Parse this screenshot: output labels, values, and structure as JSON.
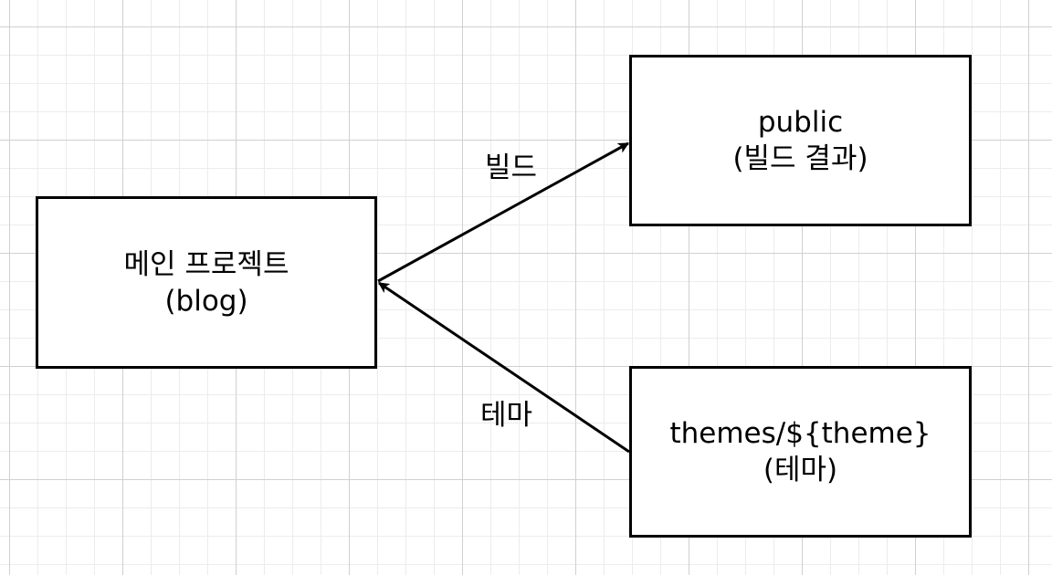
{
  "nodes": {
    "main": {
      "line1": "메인 프로젝트",
      "line2": "(blog)"
    },
    "public": {
      "line1": "public",
      "line2": "(빌드 결과)"
    },
    "themes": {
      "line1": "themes/${theme}",
      "line2": "(테마)"
    }
  },
  "edges": {
    "build": {
      "label": "빌드",
      "from": "main",
      "to": "public"
    },
    "theme": {
      "label": "테마",
      "from": "themes",
      "to": "main"
    }
  },
  "colors": {
    "stroke": "#000000",
    "grid_major": "#d0d0d0",
    "grid_minor": "#ececec",
    "background": "#ffffff"
  }
}
